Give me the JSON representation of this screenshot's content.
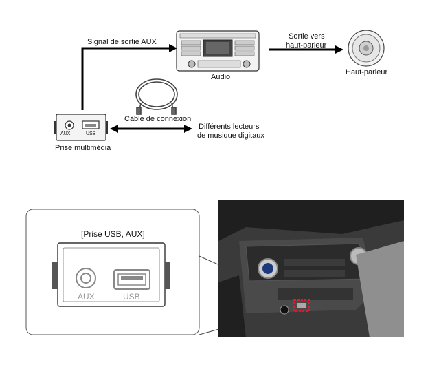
{
  "diagram": {
    "signal_label": "Signal de sortie AUX",
    "audio_label": "Audio",
    "speaker_out_label_line1": "Sortie vers",
    "speaker_out_label_line2": "haut-parleur",
    "speaker_label": "Haut-parleur",
    "cable_label": "Câble de connexion",
    "players_label_line1": "Différents lecteurs",
    "players_label_line2": "de musique digitaux",
    "port_label": "Prise multimédia",
    "small_aux": "AUX",
    "small_usb": "USB"
  },
  "callout": {
    "title": "[Prise USB, AUX]",
    "aux_label": "AUX",
    "usb_label": "USB"
  },
  "colors": {
    "highlight": "#e0192b",
    "line": "#000000"
  }
}
